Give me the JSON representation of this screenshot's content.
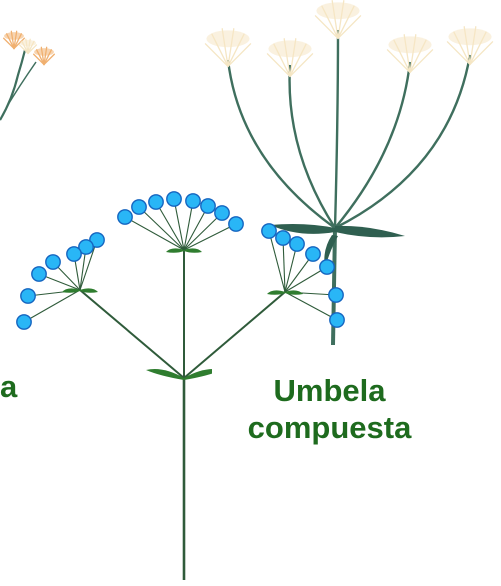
{
  "labels": {
    "left_fragment": "a",
    "compound_umbel_line1": "Umbela",
    "compound_umbel_line2": "compuesta"
  },
  "colors": {
    "label_text": "#1e6b1e",
    "stem": "#2f5b3a",
    "bract": "#2f7d2f",
    "bud_fill": "#29b6f6",
    "bud_stroke": "#1565c0",
    "photo_stem": "#3f6f5e",
    "photo_bract": "#2f5f50",
    "photo_flower": "#f5e6c4",
    "photo_flower_orange": "#f0b070"
  }
}
